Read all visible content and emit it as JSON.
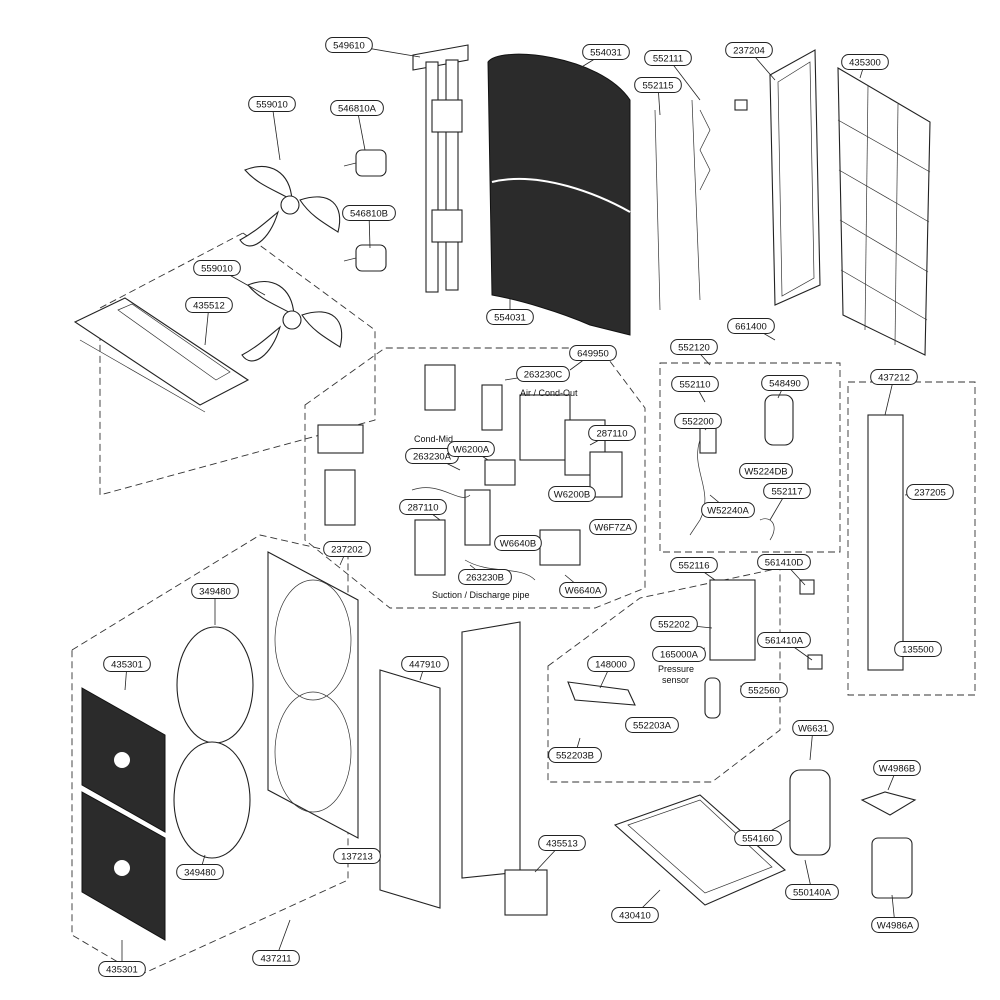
{
  "part_labels": [
    "549610",
    "554031",
    "552111",
    "237204",
    "435300",
    "559010",
    "546810A",
    "552115",
    "546810B",
    "559010",
    "435512",
    "554031",
    "661400",
    "649950",
    "552120",
    "263230C",
    "437212",
    "552110",
    "548490",
    "287110",
    "263230A",
    "552200",
    "W5224DB",
    "W6200A",
    "W6200B",
    "552117",
    "287110",
    "W6F7ZA",
    "W52240A",
    "237205",
    "237202",
    "W6640B",
    "W6640A",
    "263230B",
    "552116",
    "561410D",
    "349480",
    "552202",
    "561410A",
    "165000A",
    "148000",
    "435301",
    "447910",
    "552560",
    "135500",
    "552203A",
    "552203B",
    "W6631",
    "W4986B",
    "349480",
    "435513",
    "554160",
    "137213",
    "430410",
    "550140A",
    "W4986A",
    "435301",
    "437211"
  ],
  "captions": {
    "air_cond_out": "Air / Cond-Out",
    "cond_mid": "Cond-Mid",
    "suction_discharge": "Suction / Discharge pipe",
    "pressure": "Pressure",
    "sensor": "sensor"
  }
}
